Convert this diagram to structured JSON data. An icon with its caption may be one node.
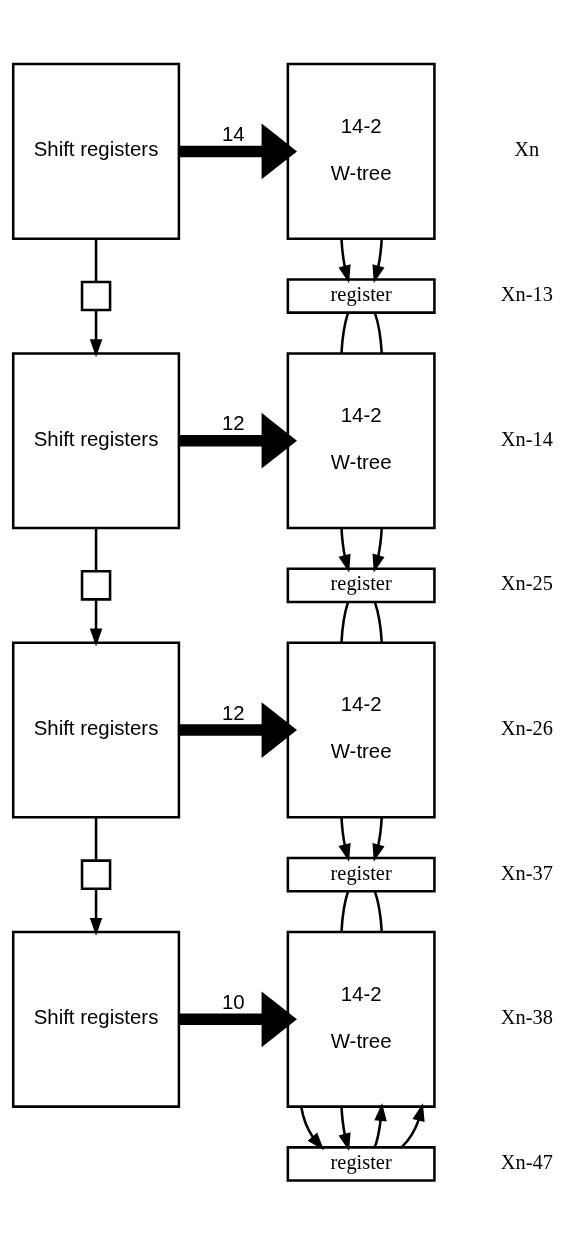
{
  "diagram": {
    "nodes": [
      {
        "text": [
          "Shift registers"
        ]
      },
      {
        "text": [
          "14-2",
          "W-tree"
        ]
      },
      {
        "text": [
          "register"
        ]
      },
      {
        "text": [],
        "shape": "box"
      },
      {
        "text": [
          "Shift registers"
        ]
      },
      {
        "text": [
          "14-2",
          "W-tree"
        ]
      },
      {
        "text": [
          "register"
        ]
      },
      {
        "text": [],
        "shape": "box"
      },
      {
        "text": [
          "Shift registers"
        ]
      },
      {
        "text": [
          "14-2",
          "W-tree"
        ]
      },
      {
        "text": [
          "register"
        ]
      },
      {
        "text": [],
        "shape": "box"
      },
      {
        "text": [
          "Shift registers"
        ]
      },
      {
        "text": [
          "14-2",
          "W-tree"
        ]
      },
      {
        "text": [
          "register"
        ]
      }
    ],
    "edges": [
      {
        "from": 0,
        "to": 1,
        "arrow": "to",
        "label": "14",
        "style": "thick"
      },
      {
        "from": 1,
        "to": 2,
        "arrow": "to"
      },
      {
        "from": 1,
        "to": 2,
        "arrow": "to"
      },
      {
        "from": 0,
        "to": 3,
        "arrow": "none"
      },
      {
        "from": 3,
        "to": 4,
        "arrow": "to"
      },
      {
        "from": 2,
        "to": 5,
        "arrow": "none"
      },
      {
        "from": 2,
        "to": 5,
        "arrow": "none"
      },
      {
        "from": 4,
        "to": 5,
        "arrow": "to",
        "label": "12",
        "style": "thick"
      },
      {
        "from": 5,
        "to": 6,
        "arrow": "to"
      },
      {
        "from": 5,
        "to": 6,
        "arrow": "to"
      },
      {
        "from": 4,
        "to": 7,
        "arrow": "none"
      },
      {
        "from": 7,
        "to": 8,
        "arrow": "to"
      },
      {
        "from": 6,
        "to": 9,
        "arrow": "none"
      },
      {
        "from": 6,
        "to": 9,
        "arrow": "none"
      },
      {
        "from": 8,
        "to": 9,
        "arrow": "to",
        "label": "12",
        "style": "thick"
      },
      {
        "from": 9,
        "to": 10,
        "arrow": "to"
      },
      {
        "from": 9,
        "to": 10,
        "arrow": "to"
      },
      {
        "from": 8,
        "to": 11,
        "arrow": "none"
      },
      {
        "from": 11,
        "to": 12,
        "arrow": "to"
      },
      {
        "from": 10,
        "to": 13,
        "arrow": "none"
      },
      {
        "from": 10,
        "to": 13,
        "arrow": "none"
      },
      {
        "from": 12,
        "to": 13,
        "arrow": "to",
        "label": "10",
        "style": "thick"
      },
      {
        "from": 13,
        "to": 14,
        "arrow": "to"
      },
      {
        "from": 13,
        "to": 14,
        "arrow": "to"
      },
      {
        "from": 14,
        "to": 13,
        "arrow": "to"
      },
      {
        "from": 14,
        "to": 13,
        "arrow": "to"
      }
    ],
    "labels": [
      "Xn",
      "Xn-13",
      "Xn-14",
      "Xn-25",
      "Xn-26",
      "Xn-37",
      "Xn-38",
      "Xn-47"
    ]
  }
}
